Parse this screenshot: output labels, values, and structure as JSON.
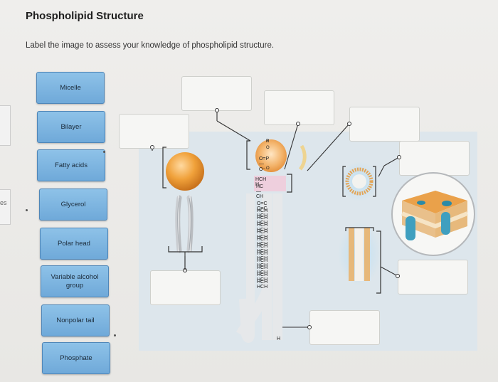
{
  "header": {
    "title": "Phospholipid Structure",
    "instruction": "Label the image to assess your knowledge of phospholipid structure."
  },
  "edge_text": "es",
  "labels": [
    {
      "id": "micelle",
      "text": "Micelle"
    },
    {
      "id": "bilayer",
      "text": "Bilayer"
    },
    {
      "id": "fatty-acids",
      "text": "Fatty acids"
    },
    {
      "id": "glycerol",
      "text": "Glycerol"
    },
    {
      "id": "polar-head",
      "text": "Polar head"
    },
    {
      "id": "variable-alcohol-group",
      "text": "Variable alcohol group"
    },
    {
      "id": "nonpolar-tail",
      "text": "Nonpolar tail"
    },
    {
      "id": "phosphate",
      "text": "Phosphate"
    }
  ],
  "molecule": {
    "r": "R",
    "o1": "O",
    "phosphate_line": "O=P—O⁻",
    "o2": "O",
    "glycerol_top": "HCH  H",
    "glycerol_mid": "HC — CH",
    "carbonyl": "O=C  O=C",
    "chain_unit": "HCH HCH",
    "chain_end": "H"
  },
  "colors": {
    "button_fill": "#7bb3e0",
    "head_orange": "#f0a13a",
    "diagram_bg": "#dde6ec"
  }
}
